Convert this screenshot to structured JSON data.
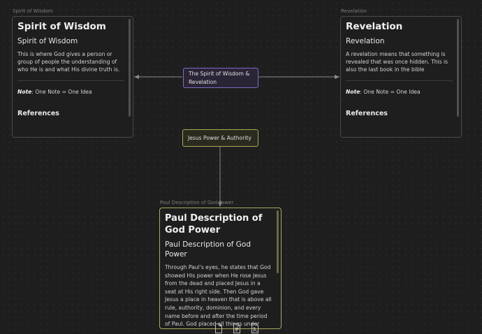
{
  "canvas": {
    "background": "#1e1e1e",
    "edge_color": "#8a8a8a"
  },
  "cards": {
    "wisdom": {
      "label": "Spirit of Wisdom",
      "title": "Spirit of Wisdom",
      "subtitle": "Spirit of Wisdom",
      "body": "This is where God gives a person or group of people the understanding of who He is and what His divine truth is.",
      "note_label": "Note",
      "note_text": ": One Note = One Idea",
      "references": "References"
    },
    "revelation": {
      "label": "Revelation",
      "title": "Revelation",
      "subtitle": "Revelation",
      "body": "A revelation means that something is revealed that was once hidden. This is also the last book in the bible",
      "note_label": "Note",
      "note_text": ": One Note = One Idea",
      "references": "References"
    },
    "paul": {
      "label": "Paul Description of God Power",
      "title": "Paul Description of God Power",
      "subtitle": "Paul Description of God Power",
      "body": "Through Paul's eyes, he states that God showed His power when He rose Jesus from the dead and placed Jesus in a seat at His right side. Then God gave Jesus a place in heaven that is above all rule, authority, dominion, and every name before and after the time period of Paul. God placed all things under Jesus feet and made Jesus the head of all things in"
    }
  },
  "nodes": {
    "wisdom_revelation": {
      "text": "The Spirit of Wisdom & Revelation",
      "color": "#7b6ec6"
    },
    "power_authority": {
      "text": "Jesus Power & Authority",
      "color": "#a9a95a"
    }
  },
  "toolbar": {
    "icons": [
      "file-icon",
      "document-icon",
      "file-image-icon"
    ]
  }
}
